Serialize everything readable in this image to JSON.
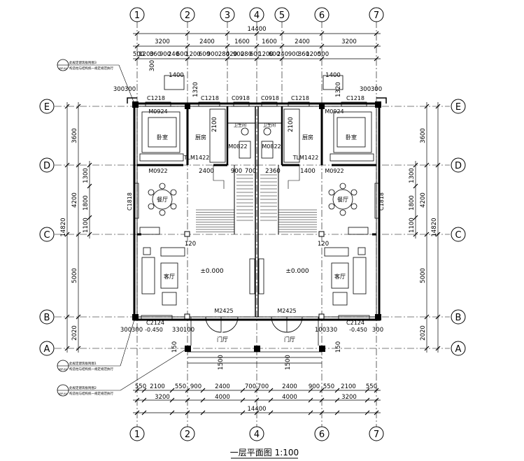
{
  "title": "一层平面图 1:100",
  "axes_horizontal": [
    "1",
    "2",
    "3",
    "4",
    "5",
    "6",
    "7"
  ],
  "axes_vertical": [
    "E",
    "D",
    "C",
    "B",
    "A"
  ],
  "total_width": "14400",
  "total_depth": "14820",
  "top_dims_row1": [
    "3200",
    "2400",
    "1600",
    "1600",
    "2400",
    "3200"
  ],
  "top_dims_row2": [
    "500",
    "1200",
    "360",
    "900",
    "240",
    "600",
    "1200",
    "600",
    "900",
    "280",
    "420",
    "900",
    "280",
    "600",
    "1200",
    "600",
    "240",
    "900",
    "360",
    "1200",
    "500"
  ],
  "bottom_dims_row1": [
    "550",
    "2100",
    "550",
    "900",
    "2400",
    "700",
    "700",
    "2400",
    "900",
    "550",
    "2100",
    "550"
  ],
  "bottom_dims_row2": [
    "3200",
    "4000",
    "4000",
    "3200"
  ],
  "left_dims_outer": [
    "3600",
    "4200",
    "5000",
    "2020"
  ],
  "left_dims_inner": [
    "1300",
    "1800",
    "1100"
  ],
  "right_dims_outer": [
    "3600",
    "4200",
    "5000",
    "2020"
  ],
  "right_dims_inner": [
    "1300",
    "1800",
    "1100"
  ],
  "right_total": "14820",
  "misc_dims": {
    "d300": "300",
    "d1400": "1400",
    "d1320": "1320",
    "d2100": "2100",
    "d120": "120",
    "d2400": "2400",
    "d900": "900",
    "d700": "700",
    "d2360": "2360",
    "d330": "330",
    "d100": "100",
    "d150": "150",
    "d1500": "1500"
  },
  "rooms": {
    "bedroom": "卧室",
    "kitchen": "厨房",
    "bathroom": "卫生间",
    "dining": "餐厅",
    "living": "客厅",
    "hall": "门厅",
    "floor_level": "±0.000",
    "outside_level": "-0.450"
  },
  "openings": {
    "c1218": "C1218",
    "c0918": "C0918",
    "m0924": "M0924",
    "m0822": "M0822",
    "m0922": "M0922",
    "tlm1422": "TLM1422",
    "c1818": "C1818",
    "m2425": "M2425",
    "c2124": "C2124"
  },
  "notes": [
    {
      "code": "JBP-XX",
      "line1": "此规定建筑板附图3",
      "line2": "构造柱与结构统一规定规范执行"
    },
    {
      "code": "JBP-XX",
      "line1": "此规定建筑板附图1",
      "line2": "构造柱与结构统一规定规范执行"
    },
    {
      "code": "JBP-XX",
      "line1": "此规定建筑板附图2",
      "line2": "构造柱与结构统一规定规范执行"
    }
  ]
}
